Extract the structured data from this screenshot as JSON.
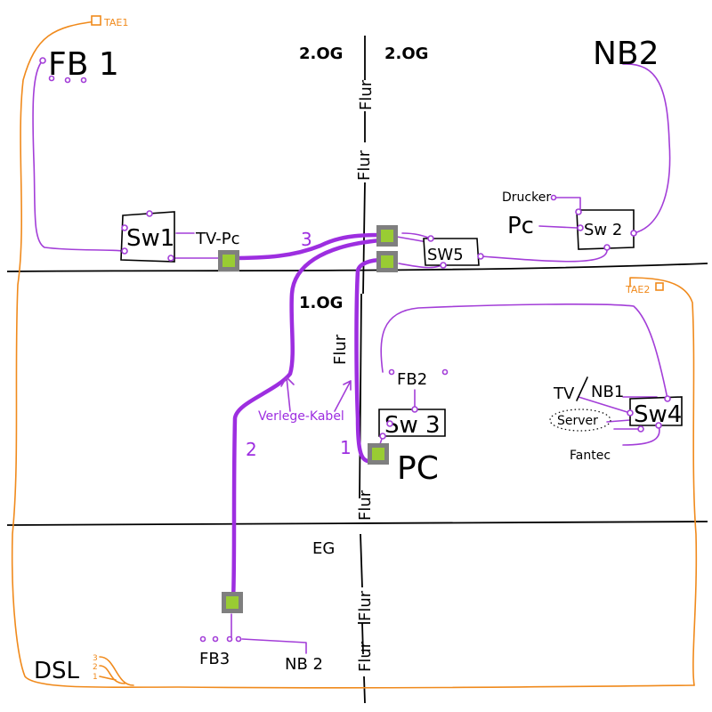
{
  "colors": {
    "purple": "#a33ed8",
    "purple_thick": "#9d2ee0",
    "orange": "#f08a1c",
    "black": "#000000",
    "socket_green": "#99cc33",
    "socket_border": "#7f7f7f"
  },
  "floors": {
    "top_left": "2.OG",
    "top_right": "2.OG",
    "middle": "1.OG",
    "bottom": "EG"
  },
  "corridor_label": "Flur",
  "rooms": {
    "fb1": "FB 1",
    "nb2_top": "NB2",
    "fb2": "FB2",
    "fb3": "FB3",
    "nb2_bottom": "NB 2",
    "dsl": "DSL"
  },
  "devices": {
    "tv_pc": "TV-Pc",
    "drucker": "Drucker",
    "pc_top": "Pc",
    "pc_mid": "PC",
    "tv": "TV",
    "nb1": "NB1",
    "server": "Server",
    "fantec": "Fantec"
  },
  "switches": {
    "sw1": "Sw1",
    "sw2": "Sw 2",
    "sw3": "Sw 3",
    "sw4": "Sw4",
    "sw5": "SW5"
  },
  "tae": {
    "tae1": "TAE1",
    "tae2": "TAE2"
  },
  "dsl_ports": [
    "3",
    "2",
    "1"
  ],
  "cables": {
    "label": "Verlege-Kabel",
    "c1": "1",
    "c2": "2",
    "c3": "3"
  }
}
